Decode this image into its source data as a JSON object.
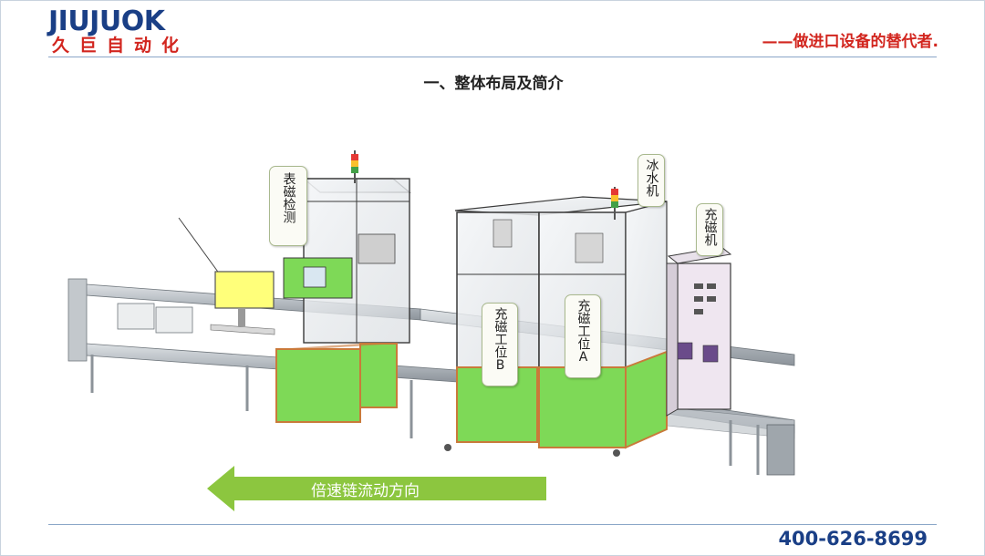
{
  "header": {
    "logo_text": "JIUJUOK",
    "logo_cn": "久巨自动化",
    "slogan": "——做进口设备的替代者."
  },
  "title": "一、整体布局及简介",
  "callouts": {
    "surface_test": "表磁检测",
    "chiller": "冰水机",
    "charger": "充磁机",
    "station_b": "充磁工位B",
    "station_a": "充磁工位A"
  },
  "flow_arrow": {
    "label": "倍速链流动方向",
    "color": "#8cc63f"
  },
  "footer": {
    "phone": "400-626-8699"
  },
  "colors": {
    "brand_blue": "#1a3f86",
    "brand_red": "#d2261f",
    "machine_green": "#7ed957",
    "frame_orange": "#c97a3a",
    "monitor_yellow": "#ffff7a"
  }
}
